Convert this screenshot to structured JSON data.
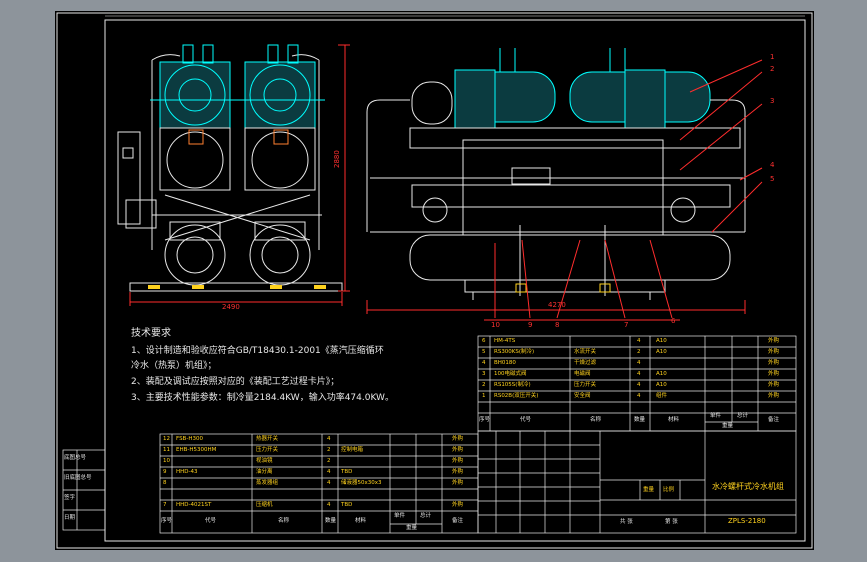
{
  "colors": {
    "background": "#8d949b",
    "sheet": "#000000",
    "outline": "#ffffff",
    "machine_fill": "#2fcfe0",
    "machine_line": "#00ffff",
    "dimension": "#ff2d2d",
    "table_text": "#ffd21e",
    "note_text": "#e8e8e8"
  },
  "notes": {
    "title": "技术要求",
    "line1": "1、设计制造和验收应符合GB/T18430.1-2001《蒸汽压缩循环",
    "line1b": "冷水（热泵）机组》；",
    "line2": "2、装配及调试应按照对应的《装配工艺过程卡片》；",
    "line3": "3、主要技术性能参数：制冷量2184.4KW，输入功率474.0KW。"
  },
  "dimensions": {
    "height": "2880",
    "width_front": "2490",
    "width_side": "4270"
  },
  "leaders_right": [
    "1",
    "2",
    "3",
    "4",
    "5"
  ],
  "leaders_bottom": [
    "10",
    "9",
    "8",
    "7",
    "6"
  ],
  "parts_top": {
    "rows": [
      {
        "no": "6",
        "code": "HM-4TS",
        "qty": "4",
        "mat": "A10",
        "note": "外购"
      },
      {
        "no": "5",
        "code": "RS300KS(制冷)",
        "name": "水流开关",
        "qty": "2",
        "mat": "A10",
        "note": "外购"
      },
      {
        "no": "4",
        "code": "BH0180",
        "name": "干燥过滤",
        "qty": "4",
        "note": "外购"
      },
      {
        "no": "3",
        "code": "100电磁式阀",
        "name": "电磁阀",
        "qty": "4",
        "mat": "A10",
        "note": "外购"
      },
      {
        "no": "2",
        "code": "RS105S(制冷)",
        "name": "压力开关",
        "qty": "4",
        "mat": "A10",
        "note": "外购"
      },
      {
        "no": "1",
        "code": "RS02B(双压开关)",
        "name": "安全阀",
        "qty": "4",
        "mat": "组件",
        "note": "外购"
      }
    ],
    "header": {
      "no": "序号",
      "code": "代号",
      "name": "名称",
      "qty": "数量",
      "mat": "材料",
      "w1": "单件",
      "w2": "总计",
      "weight": "重量",
      "note": "备注"
    }
  },
  "parts_left": {
    "rows": [
      {
        "no": "12",
        "code": "FSB-H300",
        "name": "热器开关",
        "qty": "4",
        "note": "外购"
      },
      {
        "no": "11",
        "code": "EHB-H5300HM",
        "name": "压力开关",
        "qty": "2",
        "mat": "控制电箱",
        "note": "外购"
      },
      {
        "no": "10",
        "code": "",
        "name": "视油镜",
        "qty": "2",
        "note": "外购"
      },
      {
        "no": "9",
        "code": "HHD-43",
        "name": "油分离",
        "qty": "4",
        "mat": "TBD",
        "note": "外购"
      },
      {
        "no": "8",
        "code": "",
        "name": "蒸发器组",
        "qty": "4",
        "mat": "储液器50x30x3",
        "note": "外购"
      },
      {
        "no": "7",
        "code": "HHD-4021ST",
        "name": "压缩机",
        "qty": "4",
        "mat": "TBD",
        "note": "外购"
      }
    ],
    "header": {
      "no": "序号",
      "code": "代号",
      "name": "名称",
      "qty": "数量",
      "mat": "材料",
      "w1": "单件",
      "w2": "总计",
      "weight": "重量",
      "note": "备注"
    }
  },
  "title_block": {
    "name": "水冷螺杆式冷水机组",
    "drawing_no": "ZPLS-2180",
    "scale_label": "比例",
    "sheet_label": "共 张",
    "weight_label": "重量",
    "total_label": "第 张"
  },
  "side_labels": [
    "底图总号",
    "旧底图总号",
    "签字",
    "日期"
  ]
}
